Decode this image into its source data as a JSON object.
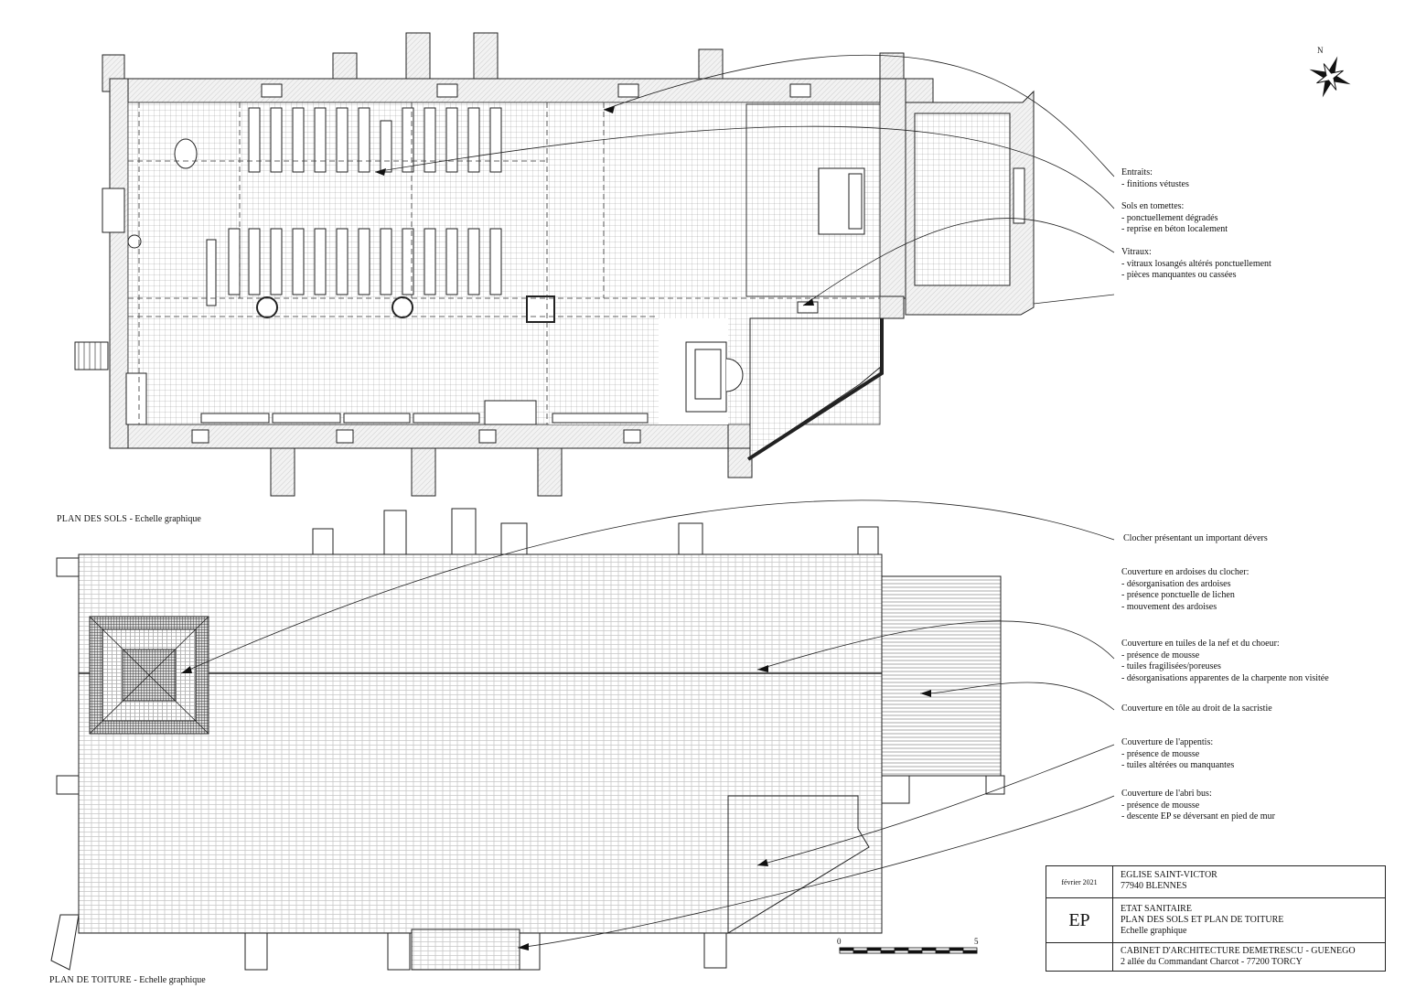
{
  "floor_plan": {
    "caption_bold": "PLAN DES SOLS",
    "caption_rest": " - Echelle graphique"
  },
  "roof_plan": {
    "caption_bold": "PLAN DE TOITURE",
    "caption_rest": " - Echelle graphique"
  },
  "compass": {
    "north_label": "N"
  },
  "notes_floor": [
    {
      "title": "Entraits:",
      "items": [
        "- finitions vétustes"
      ]
    },
    {
      "title": "Sols en tomettes:",
      "items": [
        "- ponctuellement dégradés",
        "- reprise en béton localement"
      ]
    },
    {
      "title": "Vitraux:",
      "items": [
        "- vitraux losangés altérés ponctuellement",
        "- pièces manquantes ou cassées"
      ]
    }
  ],
  "notes_roof": [
    {
      "title": "Clocher présentant un important dévers",
      "items": []
    },
    {
      "title": "Couverture en ardoises du clocher:",
      "items": [
        "- désorganisation des ardoises",
        "- présence ponctuelle de lichen",
        "- mouvement des ardoises"
      ]
    },
    {
      "title": "Couverture en tuiles de la nef et du choeur:",
      "items": [
        "- présence de mousse",
        "- tuiles fragilisées/poreuses",
        "- désorganisations apparentes de la charpente non visitée"
      ]
    },
    {
      "title": "Couverture en tôle au droit de la sacristie",
      "items": []
    },
    {
      "title": "Couverture de l'appentis:",
      "items": [
        "- présence de mousse",
        "- tuiles altérées ou manquantes"
      ]
    },
    {
      "title": "Couverture de l'abri bus:",
      "items": [
        "- présence de mousse",
        "- descente EP se déversant en pied de mur"
      ]
    }
  ],
  "scale_bar": {
    "start_label": "0",
    "end_label": "5"
  },
  "title_block": {
    "date": "février 2021",
    "project_line1": "EGLISE SAINT-VICTOR",
    "project_line2": "77940 BLENNES",
    "mark": "EP",
    "phase_line1": "ETAT SANITAIRE",
    "phase_line2": "PLAN DES SOLS ET PLAN DE TOITURE",
    "phase_line3": "Echelle graphique",
    "office_line1": "CABINET D'ARCHITECTURE DEMETRESCU - GUENEGO",
    "office_line2": "2 allée du Commandant Charcot - 77200 TORCY"
  }
}
